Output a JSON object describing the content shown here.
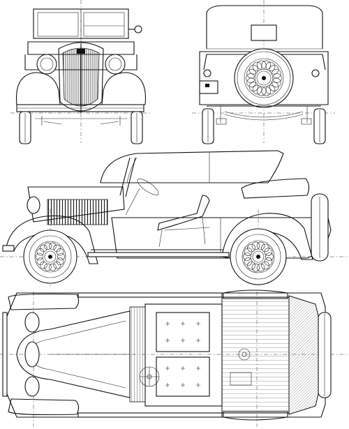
{
  "drawing": {
    "subject": "",
    "views": [
      "front",
      "rear",
      "side",
      "top"
    ],
    "colors": {
      "ink": "#111111",
      "paper": "#ffffff",
      "hatch": "#bdbdbd"
    }
  }
}
